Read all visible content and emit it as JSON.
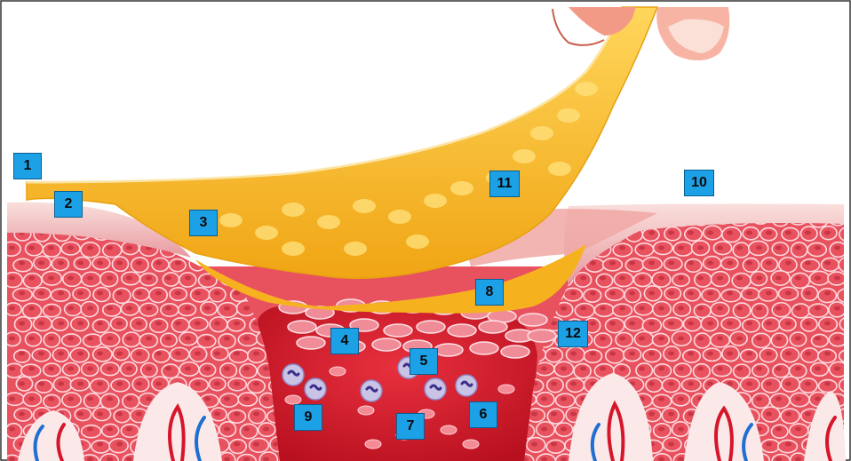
{
  "colors": {
    "tissue": "#e8525f",
    "tissue_light": "#f3a6ae",
    "cell_border": "#ffd9de",
    "wound": "#d41f2f",
    "scab": "#f6b21e",
    "scab_light": "#ffd65c",
    "skin_surface": "#f4c9c6",
    "label_bg": "#1da1e6",
    "vessel_red": "#d6162a",
    "vessel_blue": "#1f6fd1"
  },
  "labels": [
    {
      "id": "l1",
      "text": "1"
    },
    {
      "id": "l2",
      "text": "2"
    },
    {
      "id": "l3",
      "text": "3"
    },
    {
      "id": "l4",
      "text": "4"
    },
    {
      "id": "l5",
      "text": "5"
    },
    {
      "id": "l6",
      "text": "6"
    },
    {
      "id": "l7",
      "text": "7"
    },
    {
      "id": "l8",
      "text": "8"
    },
    {
      "id": "l9",
      "text": "9"
    },
    {
      "id": "l10",
      "text": "10"
    },
    {
      "id": "l11",
      "text": "11"
    },
    {
      "id": "l12",
      "text": "12"
    }
  ]
}
